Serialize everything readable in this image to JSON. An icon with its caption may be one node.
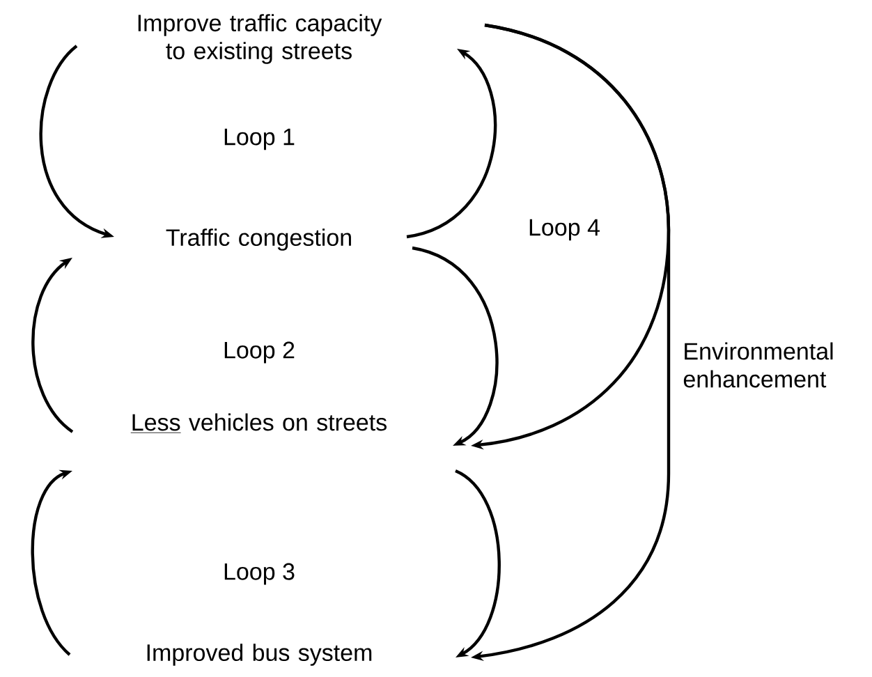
{
  "diagram": {
    "nodes": [
      {
        "text": [
          "Improve traffic capacity to existing streets"
        ]
      },
      {
        "text": [
          "Traffic congestion"
        ]
      },
      {
        "text": [
          "Less vehicles on streets"
        ]
      },
      {
        "text": [
          "Improved bus system"
        ]
      }
    ],
    "edges": [
      {
        "from": 0,
        "to": 1,
        "arrow": "to"
      },
      {
        "from": 2,
        "to": 1,
        "arrow": "to"
      },
      {
        "from": 3,
        "to": 2,
        "arrow": "to"
      },
      {
        "from": 1,
        "to": 0,
        "arrow": "to"
      },
      {
        "from": 1,
        "to": 2,
        "arrow": "to"
      },
      {
        "from": 2,
        "to": 3,
        "arrow": "to"
      },
      {
        "from": 0,
        "to": 2,
        "arrow": "to"
      },
      {
        "from": 0,
        "to": 3,
        "arrow": "to",
        "label": "Environmental enhancement"
      }
    ],
    "labels": [
      "Loop 1",
      "Loop 4",
      "Loop 2",
      "Loop 3"
    ]
  }
}
